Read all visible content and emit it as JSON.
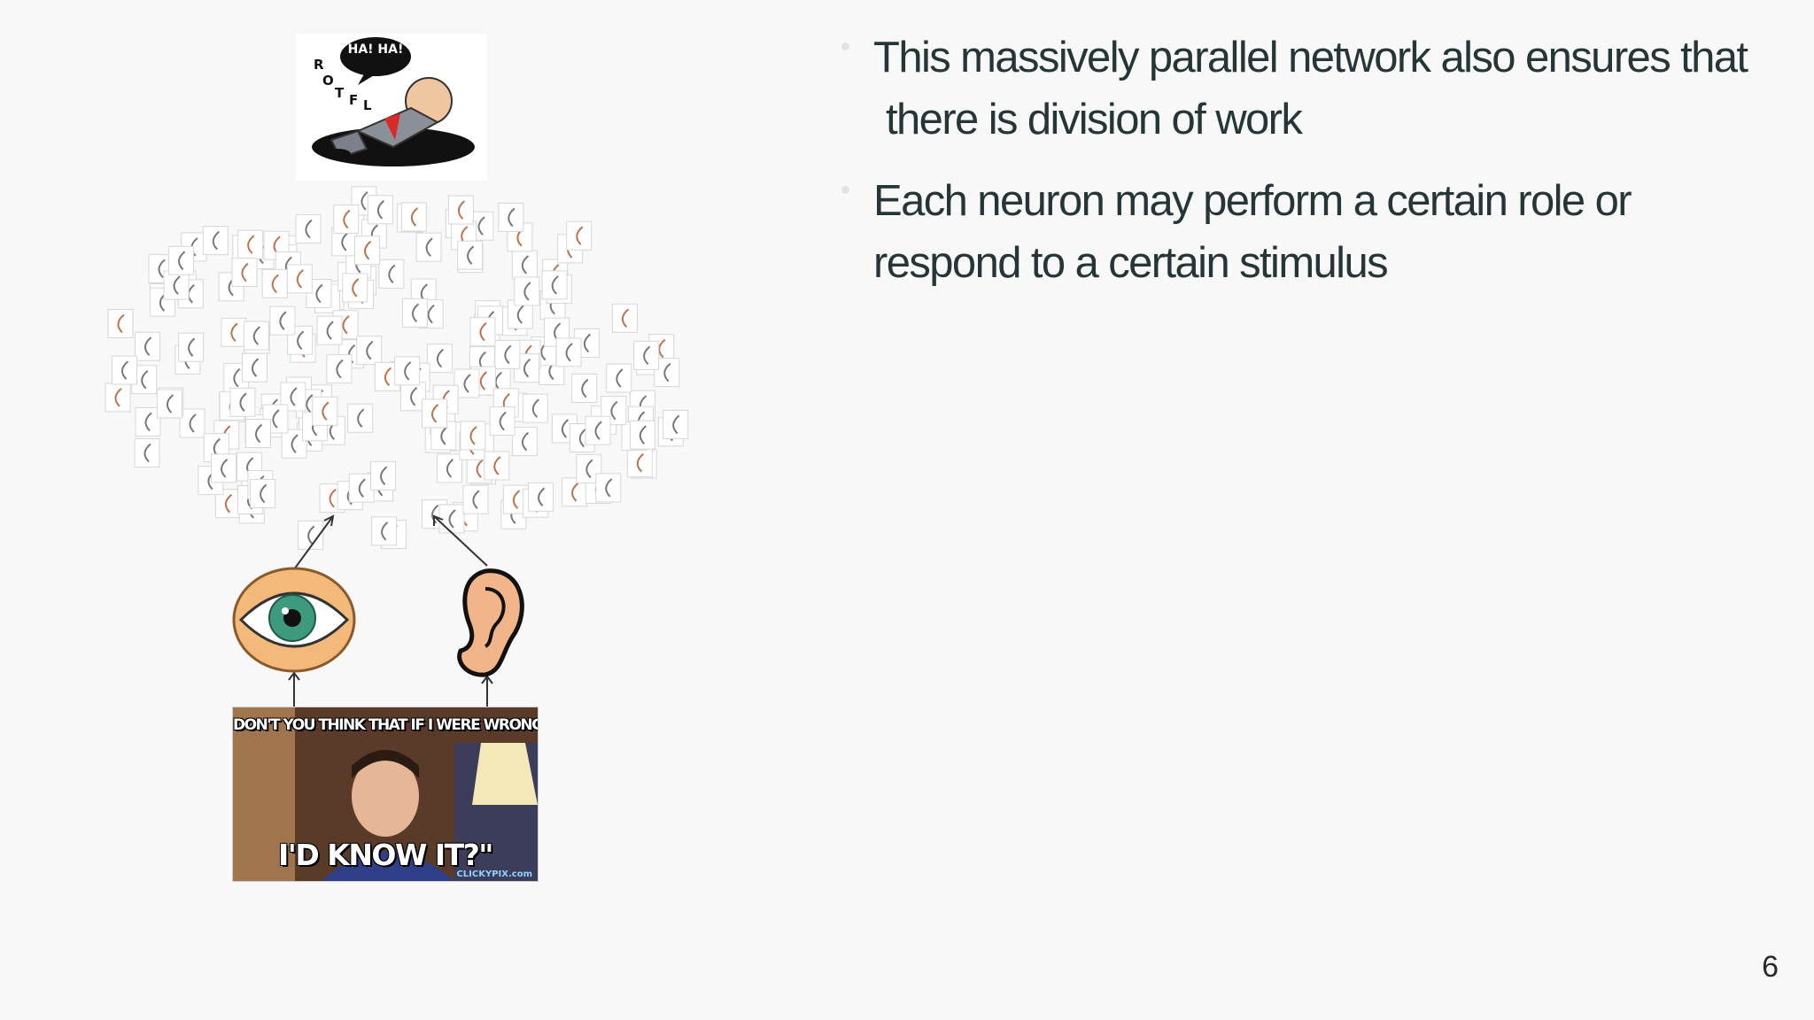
{
  "slide": {
    "bullets": [
      {
        "lines": [
          "This massively parallel network also ensures that",
          "there is division of work"
        ]
      },
      {
        "lines": [
          "Each neuron may perform a certain role or",
          "respond  to a certain stimulus"
        ]
      }
    ],
    "page_number": "6"
  },
  "illustration": {
    "laugh_bubble": "HA! HA!",
    "rotfl_letters": [
      "R",
      "O",
      "T",
      "F",
      "L"
    ],
    "meme_top": "DON'T YOU THINK THAT IF I WERE WRONG,",
    "meme_bottom": "I'D KNOW IT?\"",
    "meme_credit": "CLICKYPIX.com",
    "icons": [
      "laughing-man-icon",
      "neuron-network-icon",
      "eye-icon",
      "ear-icon"
    ]
  }
}
